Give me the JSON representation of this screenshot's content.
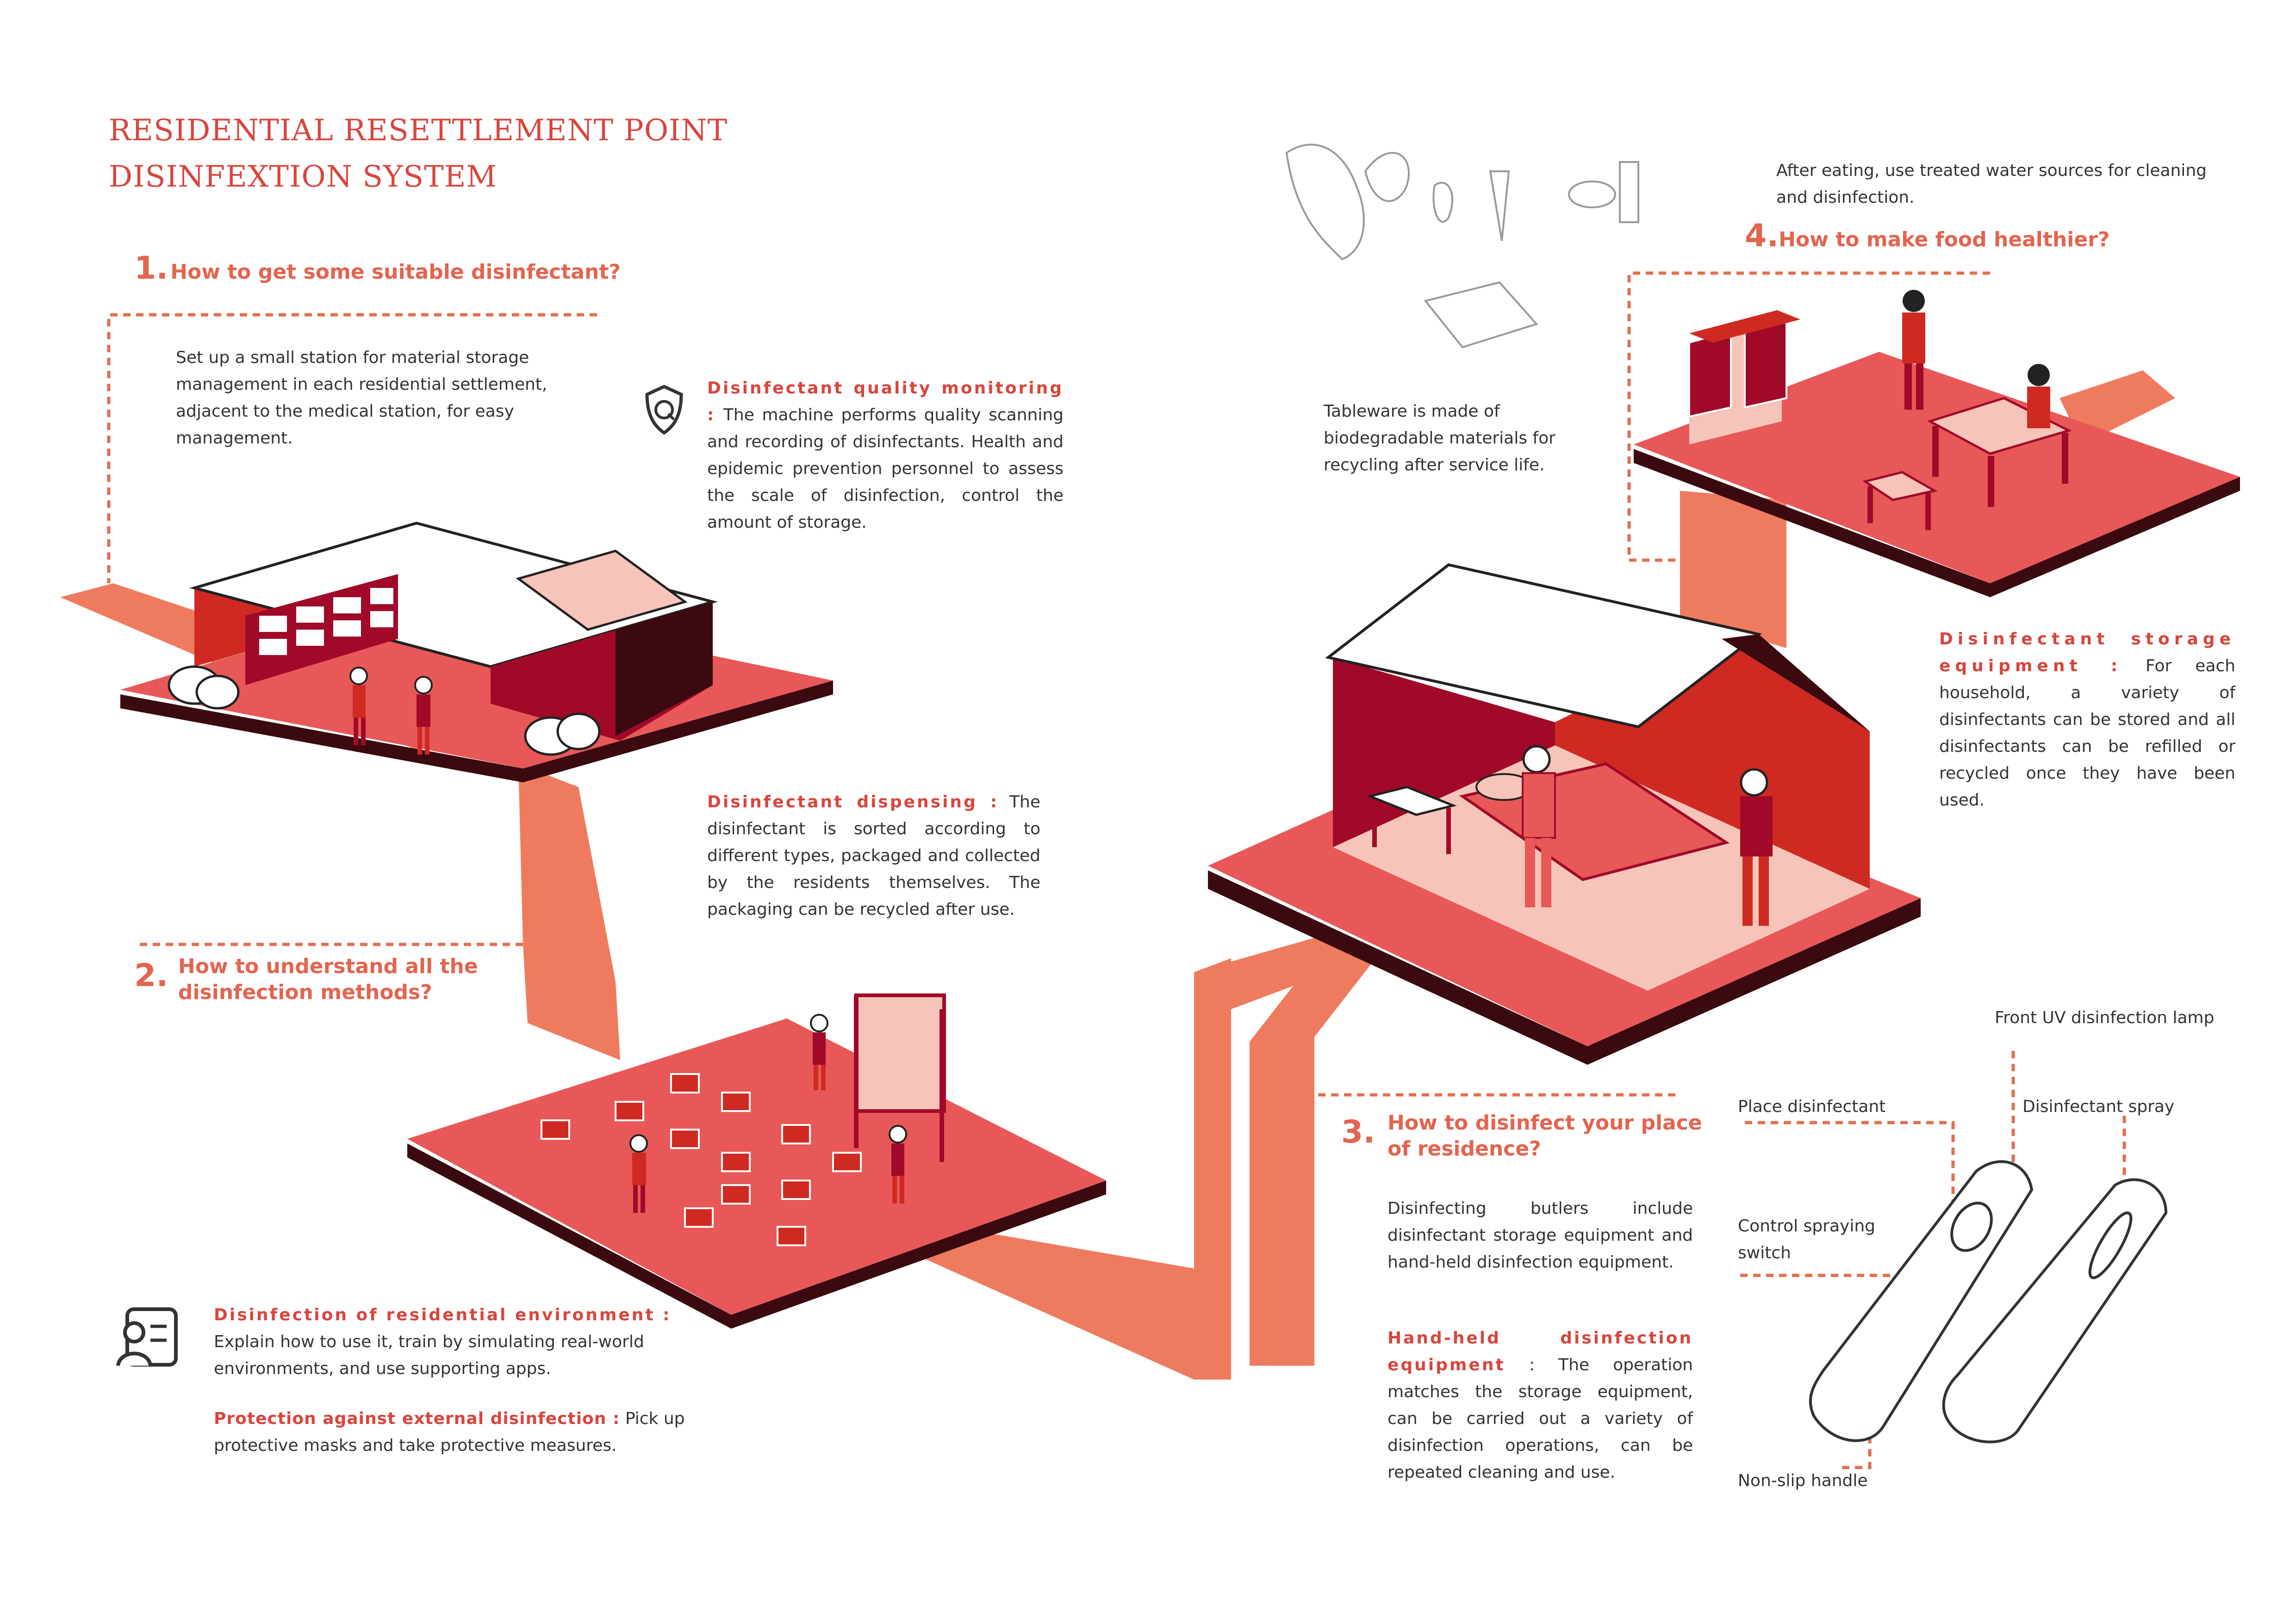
{
  "colors": {
    "accent": "#d8463e",
    "platform": "#e95858",
    "platform_dark": "#3a0a10",
    "path": "#ef7b5e",
    "wall_dark": "#a00a28",
    "wall_mid": "#cf2a22",
    "floor_light": "#f6c4b8",
    "dotted": "#e07050"
  },
  "title": {
    "line1": "RESIDENTIAL RESETTLEMENT POINT",
    "line2": "DISINFEXTION SYSTEM"
  },
  "q1": {
    "num": "1.",
    "text": "How to get some suitable disinfectant?",
    "body": "Set up a small station for material storage management in each residential settlement, adjacent to the medical station, for easy management."
  },
  "quality": {
    "lead": "Disinfectant quality monitoring :",
    "body": "The machine performs quality scanning and recording of disinfectants. Health and epidemic prevention personnel to assess the scale of disinfection, control the amount of storage.",
    "icon": "shield-q-icon"
  },
  "dispensing": {
    "lead": "Disinfectant dispensing :",
    "body": "The disinfectant is sorted according to different types, packaged and collected by the residents themselves. The packaging can be recycled after use."
  },
  "q2": {
    "num": "2.",
    "line1": "How to understand all the",
    "line2": "disinfection methods?"
  },
  "environment": {
    "icon": "training-screen-icon",
    "lead": "Disinfection of residential environment :",
    "body": "Explain how to use it, train by simulating real-world environments, and use supporting apps.",
    "lead2": "Protection against external disinfection :",
    "body2": "Pick up protective masks and take protective measures."
  },
  "q3": {
    "num": "3.",
    "line1": "How to disinfect your place",
    "line2": "of residence?",
    "body": "Disinfecting butlers include disinfectant storage equipment and hand-held disinfection equipment.",
    "lead": "Hand-held disinfection equipment",
    "lead_sep": " : ",
    "body2": "The operation matches the storage equipment, can be carried out a variety of disinfection operations, can be repeated cleaning and use."
  },
  "q4": {
    "num": "4.",
    "text": "How to make food healthier?",
    "after_eating": "After eating, use treated water sources for cleaning and disinfection.",
    "tableware": "Tableware is made of biodegradable materials for recycling after service life."
  },
  "storage": {
    "lead": "Disinfectant storage equipment :",
    "body": "For each household, a variety of disinfectants can be stored and all disinfectants can be refilled or recycled once they have been used."
  },
  "device_labels": {
    "front_uv": "Front UV disinfection lamp",
    "place": "Place disinfectant",
    "spray": "Disinfectant spray",
    "control": "Control spraying switch",
    "handle": "Non-slip handle"
  }
}
